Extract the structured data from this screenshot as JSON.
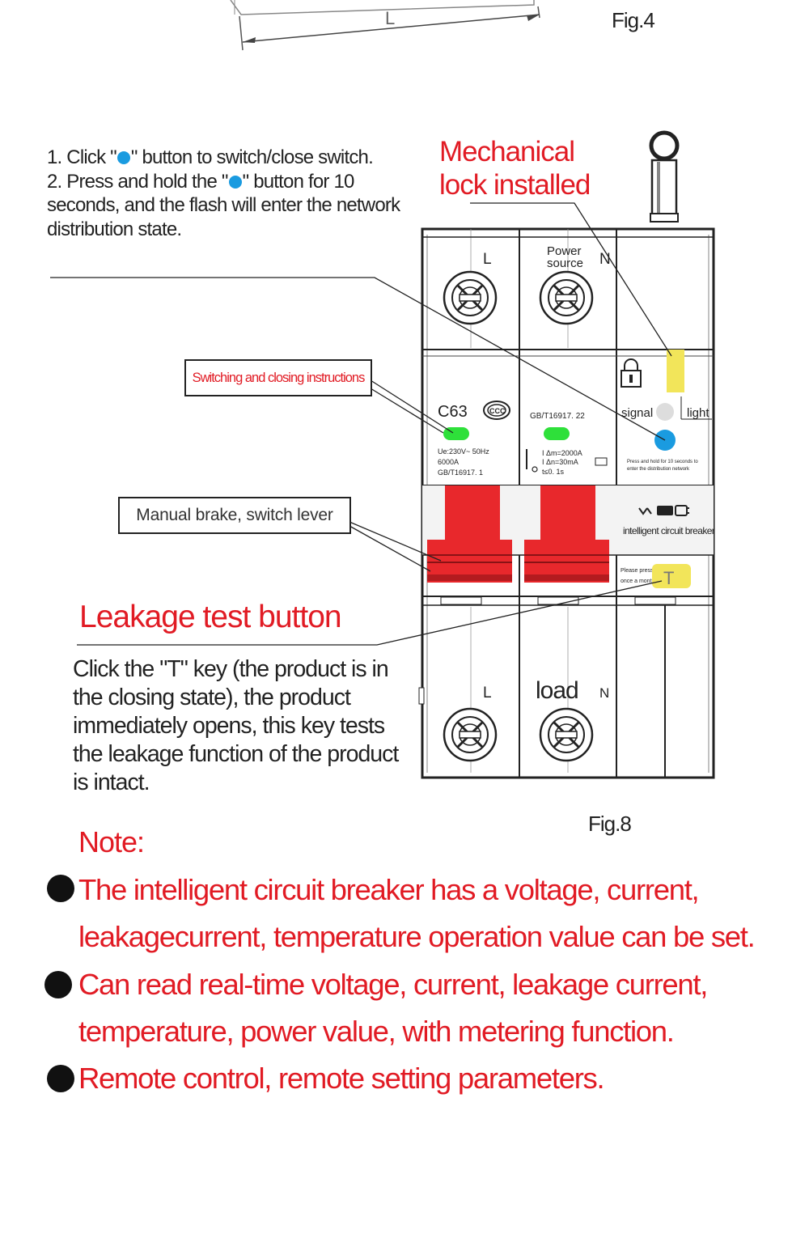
{
  "top_figure": {
    "dimension_label": "L",
    "caption": "Fig.4"
  },
  "instructions": {
    "step1_before": "1. Click \"",
    "step1_after": "\" button to switch/close switch.",
    "step2_before": "2. Press and hold the \"",
    "step2_after": "\" button for 10 seconds, and the flash will enter the network distribution state."
  },
  "callouts": {
    "mechanical_lock": [
      "Mechanical",
      "lock installed"
    ],
    "switching_instructions": "Switching and closing instructions",
    "manual_brake": "Manual brake, switch lever",
    "leakage_title": "Leakage test button",
    "leakage_body": "Click the \"T\" key (the product is in the closing state), the product immediately  opens, this key tests the leakage function of the  product is intact."
  },
  "breaker": {
    "terminal_top_L": "L",
    "power_source": [
      "Power",
      "source"
    ],
    "terminal_top_N": "N",
    "rating": "C63",
    "ccc_mark": "CCC",
    "standard_mid": "GB/T16917. 22",
    "specs_left": [
      "Ue:230V~  50Hz",
      "6000A",
      "GB/T16917. 1"
    ],
    "specs_mid": [
      "I Δm=2000A",
      "I Δn=30mA",
      "t≤0. 1s"
    ],
    "signal_label": "signal",
    "light_label": "light",
    "press_hold_note": [
      "Press and hold for 10 seconds to",
      "enter the distribution network"
    ],
    "brand_label": "intelligent circuit breaker",
    "press_once_note": [
      "Please press",
      "once a month"
    ],
    "test_key": "T",
    "terminal_bottom_L": "L",
    "load_label": "load",
    "terminal_bottom_N": "N"
  },
  "figure_caption": "Fig.8",
  "note": {
    "heading": "Note:",
    "items": [
      [
        "The intelligent circuit breaker has a voltage, current,",
        "leakagecurrent, temperature operation value can be set."
      ],
      [
        "Can read real-time voltage, current, leakage current,",
        "temperature, power value, with metering function."
      ],
      [
        "Remote control, remote setting parameters."
      ]
    ]
  },
  "colors": {
    "accent_red": "#e11b24",
    "signal_blue": "#1a9be0",
    "status_green": "#2ee03a",
    "lever_red": "#e8282c",
    "test_yellow": "#f2e55a"
  }
}
